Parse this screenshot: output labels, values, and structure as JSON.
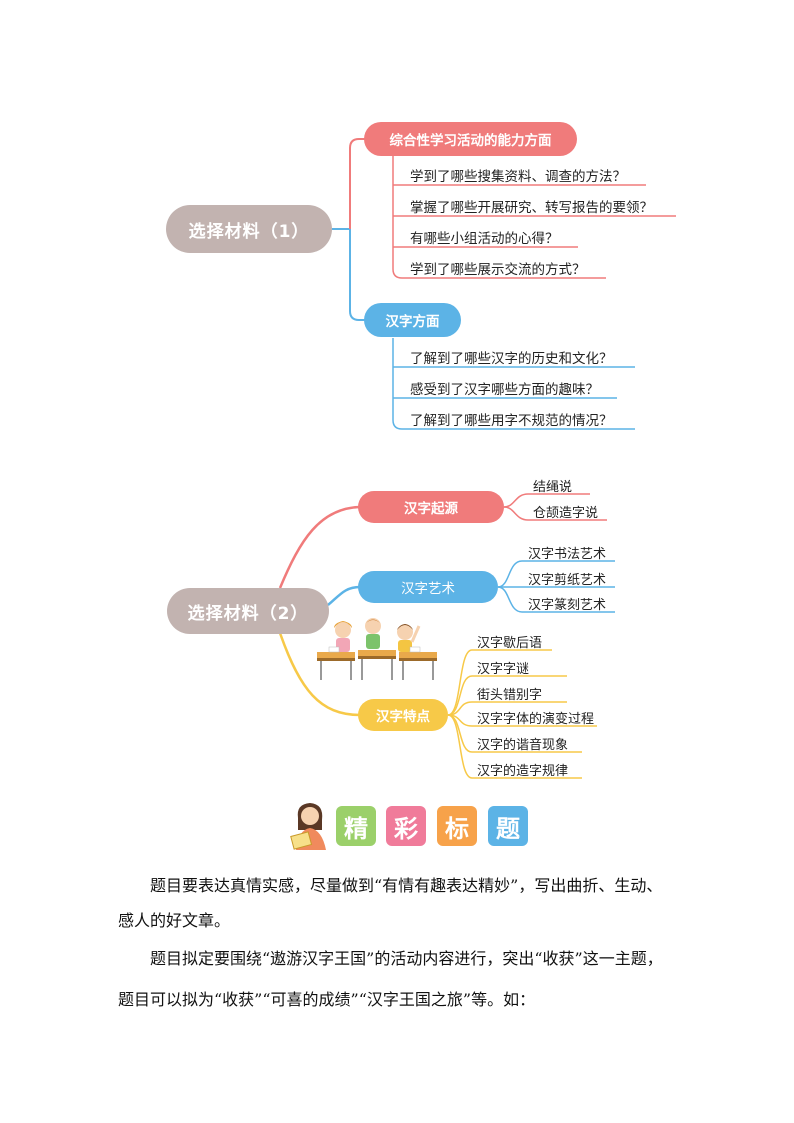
{
  "mindmap1": {
    "root": "选择材料（1）",
    "branch_a": {
      "label": "综合性学习活动的能力方面",
      "items": [
        "学到了哪些搜集资料、调查的方法？",
        "掌握了哪些开展研究、转写报告的要领？",
        "有哪些小组活动的心得？",
        "学到了哪些展示交流的方式？"
      ]
    },
    "branch_b": {
      "label": "汉字方面",
      "items": [
        "了解到了哪些汉字的历史和文化？",
        "感受到了汉字哪些方面的趣味？",
        "了解到了哪些用字不规范的情况？"
      ]
    }
  },
  "mindmap2": {
    "root": "选择材料（2）",
    "origin": {
      "label": "汉字起源",
      "items": [
        "结绳说",
        "仓颉造字说"
      ]
    },
    "art": {
      "label": "汉字艺术",
      "items": [
        "汉字书法艺术",
        "汉字剪纸艺术",
        "汉字篆刻艺术"
      ]
    },
    "feature": {
      "label": "汉字特点",
      "items": [
        "汉字歇后语",
        "汉字字谜",
        "街头错别字",
        "汉字字体的演变过程",
        "汉字的谐音现象",
        "汉字的造字规律"
      ]
    }
  },
  "section_title": {
    "chars": [
      "精",
      "彩",
      "标",
      "题"
    ]
  },
  "paragraphs": {
    "p1_line1": "题目要表达真情实感，尽量做到“有情有趣表达精妙”，写出曲折、生动、",
    "p1_line2": "感人的好文章。",
    "p2_line1": "题目拟定要围绕“遨游汉字王国”的活动内容进行，突出“收获”这一主题，",
    "p2_line2": "题目可以拟为“收获”“可喜的成绩”“汉字王国之旅”等。如："
  },
  "colors": {
    "root": "#c2b3b0",
    "red": "#f07b7b",
    "blue": "#5cb3e6",
    "yellow": "#f7c948",
    "green": "#9bd06a"
  }
}
